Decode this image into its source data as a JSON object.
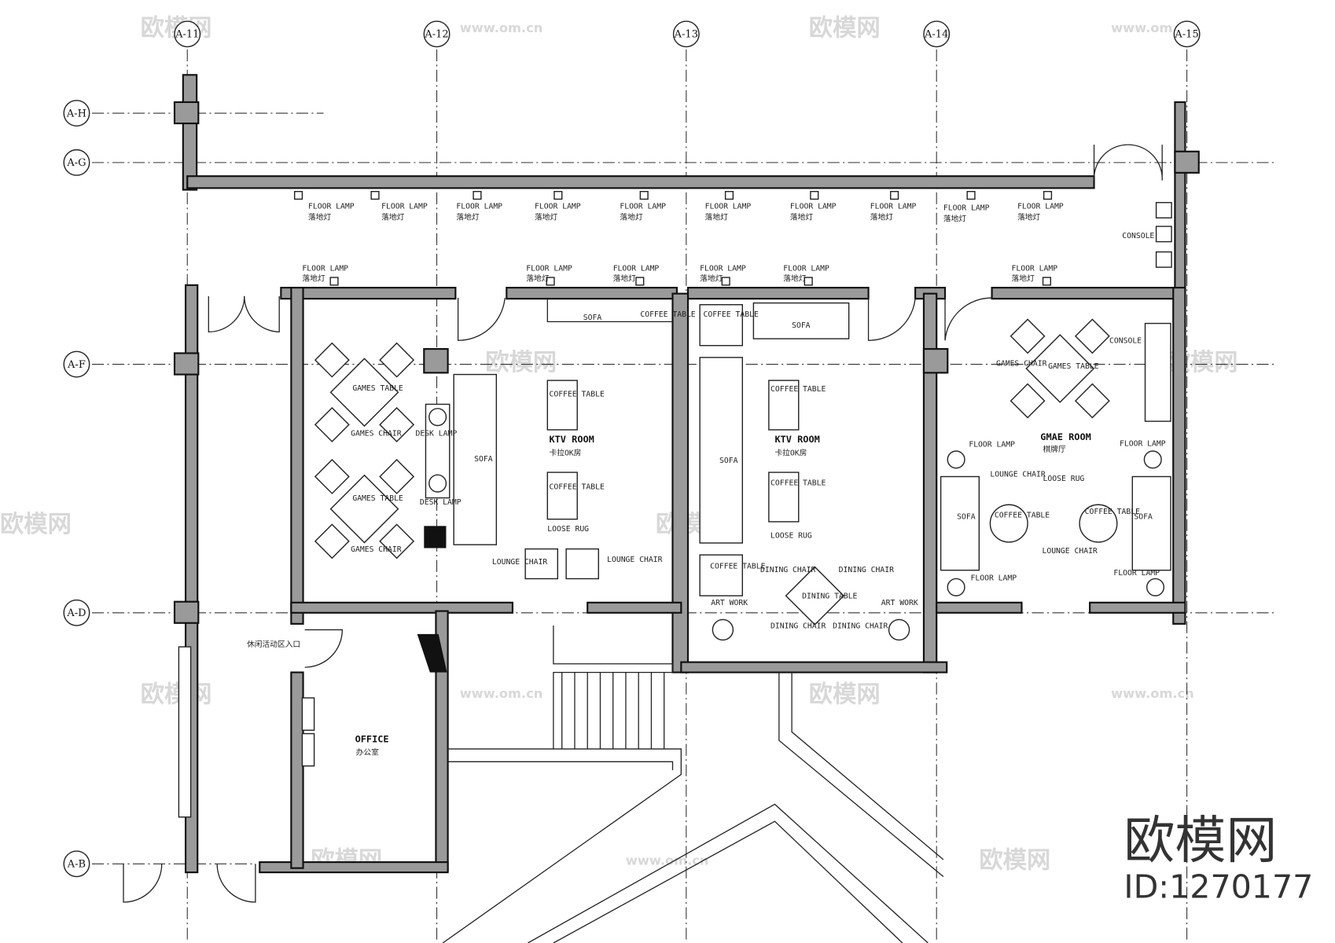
{
  "axes": {
    "columns": [
      "A-11",
      "A-12",
      "A-13",
      "A-14",
      "A-15"
    ],
    "rows": [
      "A-H",
      "A-G",
      "A-F",
      "A-D",
      "A-B"
    ]
  },
  "rooms": {
    "ktv1": {
      "name": "KTV ROOM",
      "cn": "卡拉OK房"
    },
    "ktv2": {
      "name": "KTV ROOM",
      "cn": "卡拉OK房"
    },
    "game": {
      "name": "GMAE ROOM",
      "cn": "棋牌厅"
    },
    "office": {
      "name": "OFFICE",
      "cn": "办公室"
    },
    "corridor_note": "休闲活动区入口"
  },
  "labels": {
    "floor_lamp": "FLOOR LAMP",
    "floor_lamp_cn": "落地灯",
    "coffee_table": "COFFEE TABLE",
    "sofa": "SOFA",
    "games_table": "GAMES TABLE",
    "games_chair": "GAMES CHAIR",
    "desk_lamp": "DESK LAMP",
    "loose_rug": "LOOSE RUG",
    "lounge_chair": "LOUNGE CHAIR",
    "dining_chair": "DINING CHAIR",
    "dining_table": "DINING TABLE",
    "art_work": "ART WORK",
    "console": "CONSOLE"
  },
  "watermark": {
    "logo_text": "欧模网",
    "url": "www.om.cn",
    "brand": "欧模网",
    "id": "ID:1270177"
  }
}
